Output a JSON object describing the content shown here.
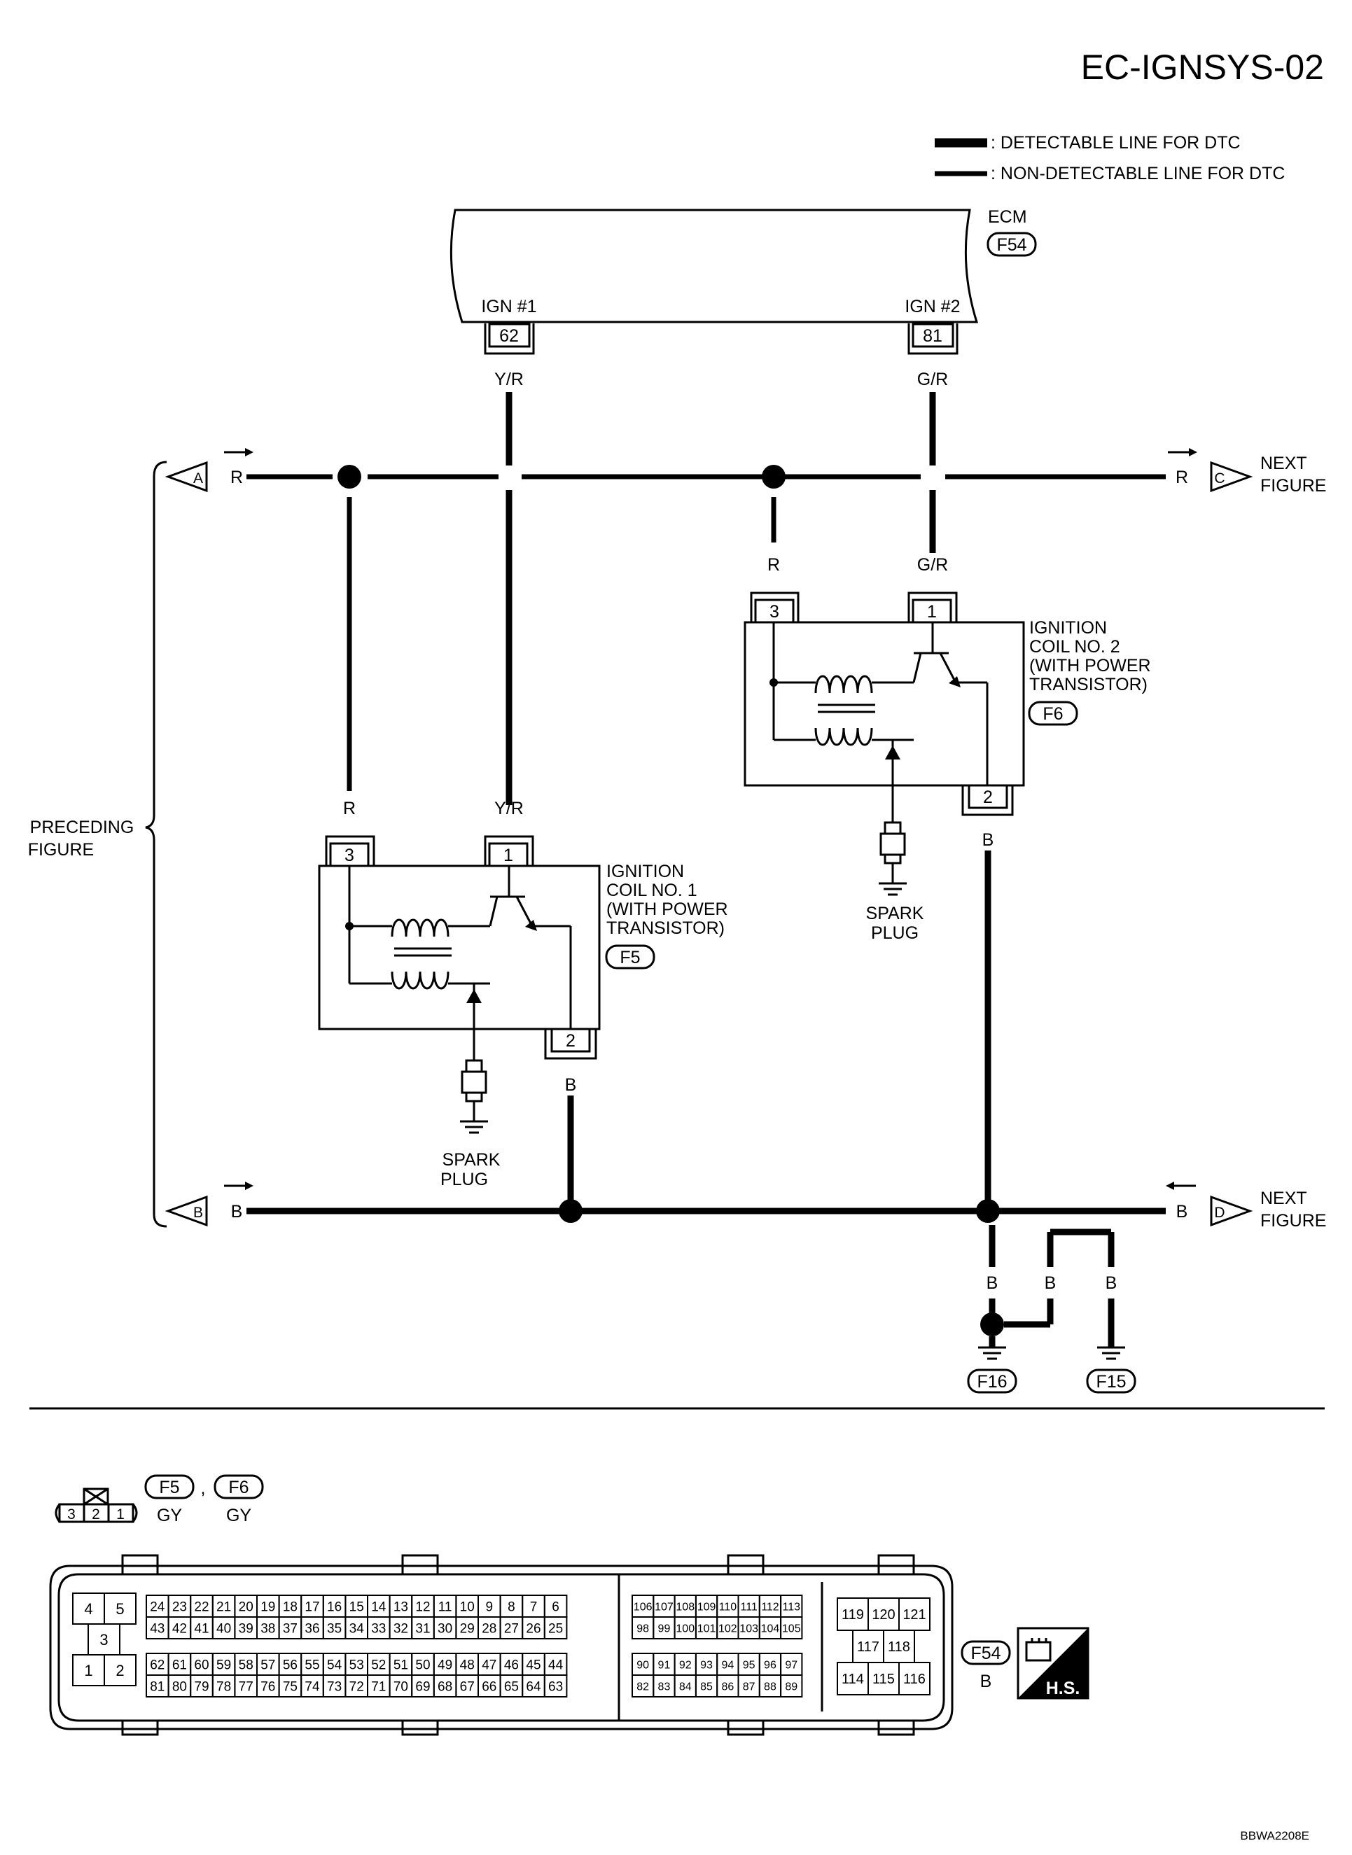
{
  "title": "EC-IGNSYS-02",
  "legend": {
    "detectable": ": DETECTABLE LINE FOR DTC",
    "non_detectable": ": NON-DETECTABLE LINE FOR DTC"
  },
  "ecm": {
    "label": "ECM",
    "connector": "F54",
    "ign1_label": "IGN #1",
    "ign1_pin": "62",
    "ign2_label": "IGN #2",
    "ign2_pin": "81"
  },
  "wires": {
    "ign1_color": "Y/R",
    "ign2_color": "G/R",
    "power_color": "R",
    "ground_color": "B"
  },
  "links": {
    "a": "A",
    "b": "B",
    "c": "C",
    "d": "D",
    "preceding_line1": "PRECEDING",
    "preceding_line2": "FIGURE",
    "next_line1": "NEXT",
    "next_line2": "FIGURE"
  },
  "coil1": {
    "line1": "IGNITION",
    "line2": "COIL NO. 1",
    "line3": "(WITH POWER",
    "line4": "TRANSISTOR)",
    "connector": "F5",
    "pin_power": "3",
    "pin_signal": "1",
    "pin_ground": "2"
  },
  "coil2": {
    "line1": "IGNITION",
    "line2": "COIL NO. 2",
    "line3": "(WITH POWER",
    "line4": "TRANSISTOR)",
    "connector": "F6",
    "pin_power": "3",
    "pin_signal": "1",
    "pin_ground": "2"
  },
  "spark_plug": {
    "line1": "SPARK",
    "line2": "PLUG"
  },
  "grounds": {
    "g1": "F16",
    "g2": "F15"
  },
  "connectors_ref": {
    "f5": "F5",
    "f6": "F6",
    "f5_color": "GY",
    "f6_color": "GY",
    "pins_3pin": [
      "3",
      "2",
      "1"
    ],
    "f54": "F54",
    "f54_color": "B",
    "hs_label": "H.S."
  },
  "f54_pins": {
    "left_block": {
      "r1": [
        "4",
        "5"
      ],
      "r2": [
        "3"
      ],
      "r3": [
        "1",
        "2"
      ]
    },
    "block_a": {
      "r1": [
        "24",
        "23",
        "22",
        "21",
        "20",
        "19",
        "18",
        "17",
        "16",
        "15",
        "14",
        "13",
        "12",
        "11",
        "10",
        "9",
        "8",
        "7",
        "6"
      ],
      "r2": [
        "43",
        "42",
        "41",
        "40",
        "39",
        "38",
        "37",
        "36",
        "35",
        "34",
        "33",
        "32",
        "31",
        "30",
        "29",
        "28",
        "27",
        "26",
        "25"
      ],
      "r3": [
        "62",
        "61",
        "60",
        "59",
        "58",
        "57",
        "56",
        "55",
        "54",
        "53",
        "52",
        "51",
        "50",
        "49",
        "48",
        "47",
        "46",
        "45",
        "44"
      ],
      "r4": [
        "81",
        "80",
        "79",
        "78",
        "77",
        "76",
        "75",
        "74",
        "73",
        "72",
        "71",
        "70",
        "69",
        "68",
        "67",
        "66",
        "65",
        "64",
        "63"
      ]
    },
    "block_b": {
      "r1": [
        "106",
        "107",
        "108",
        "109",
        "110",
        "111",
        "112",
        "113"
      ],
      "r2": [
        "98",
        "99",
        "100",
        "101",
        "102",
        "103",
        "104",
        "105"
      ],
      "r3": [
        "90",
        "91",
        "92",
        "93",
        "94",
        "95",
        "96",
        "97"
      ],
      "r4": [
        "82",
        "83",
        "84",
        "85",
        "86",
        "87",
        "88",
        "89"
      ]
    },
    "block_c": {
      "r1": [
        "119",
        "120",
        "121"
      ],
      "r2": [
        "117",
        "118"
      ],
      "r3": [
        "114",
        "115",
        "116"
      ]
    }
  },
  "figure_code": "BBWA2208E"
}
